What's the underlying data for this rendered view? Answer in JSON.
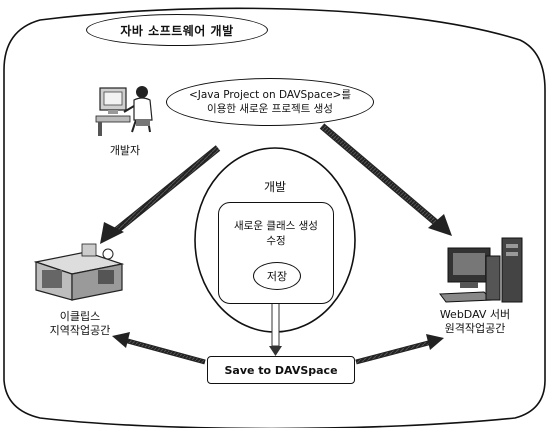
{
  "title": "자바 소프트웨어 개발",
  "project_oval": {
    "line1": "<Java Project on DAVSpace>를",
    "line2": "이용한 새로운 프로젝트 생성"
  },
  "developer_label": "개발자",
  "dev_area_label": "개발",
  "dev_box": {
    "line1": "새로운 클래스 생성",
    "line2": "수정"
  },
  "save_label": "저장",
  "davspace_label": "Save to DAVSpace",
  "eclipse": {
    "line1": "이클립스",
    "line2": "지역작업공간"
  },
  "webdav": {
    "line1": "WebDAV 서버",
    "line2": "원격작업공간"
  },
  "icons": [
    "developer-at-computer-icon",
    "office-desk-icon",
    "server-workstation-icon"
  ]
}
